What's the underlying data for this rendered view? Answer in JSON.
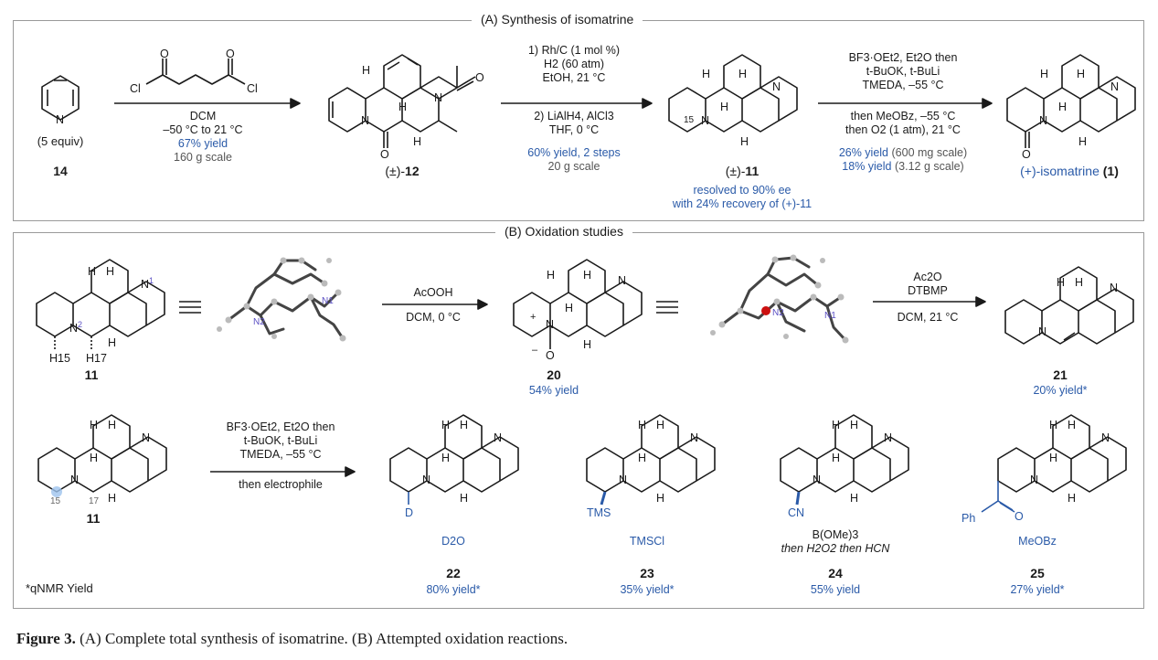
{
  "panel_a": {
    "title": "(A) Synthesis of isomatrine",
    "pyridine": {
      "atom": "N",
      "amount": "(5 equiv)",
      "label": "14"
    },
    "step1": {
      "reagent_atoms": [
        "Cl",
        "Cl",
        "O",
        "O"
      ],
      "solvent": "DCM",
      "temp": "–50 °C to 21 °C",
      "yield": "67% yield",
      "scale": "160 g scale"
    },
    "cpd12": {
      "label_prefix": "(±)-",
      "label": "12",
      "atoms": [
        "H",
        "H",
        "N",
        "N",
        "O",
        "O",
        "H"
      ]
    },
    "step2": {
      "l1": "1) Rh/C (1 mol %)",
      "l2": "H2 (60 atm)",
      "l3": "EtOH, 21 °C",
      "l4": "2) LiAlH4, AlCl3",
      "l5": "THF, 0 °C",
      "yield": "60% yield, 2 steps",
      "scale": "20 g scale"
    },
    "cpd11": {
      "label_prefix": "(±)-",
      "label": "11",
      "note1": "resolved to 90% ee",
      "note2": "with 24% recovery of (+)-11",
      "atoms": [
        "H",
        "H",
        "H",
        "H",
        "N",
        "N",
        "15"
      ]
    },
    "step3": {
      "l1": "BF3·OEt2, Et2O then",
      "l2": "t-BuOK, t-BuLi",
      "l3": "TMEDA, –55 °C",
      "l4": "then MeOBz, –55 °C",
      "l5": "then O2 (1 atm), 21 °C",
      "yield1": "26% yield",
      "scale1": "(600 mg scale)",
      "yield2": "18% yield",
      "scale2": "(3.12 g scale)"
    },
    "isomatrine": {
      "name": "(+)-isomatrine",
      "label": "(1)",
      "atoms": [
        "H",
        "H",
        "H",
        "N",
        "N",
        "O",
        "H"
      ]
    }
  },
  "panel_b": {
    "title": "(B) Oxidation studies",
    "cpd11a": {
      "label": "11",
      "atoms": [
        "H",
        "H",
        "N",
        "N",
        "1",
        "2",
        "H15",
        "H17",
        "H"
      ]
    },
    "model1": {
      "n1": "N1",
      "n2": "N2"
    },
    "ox_step": {
      "reagent": "AcOOH",
      "cond": "DCM, 0 °C"
    },
    "cpd20": {
      "label": "20",
      "yield": "54% yield",
      "atoms": [
        "H",
        "H",
        "H",
        "N",
        "N",
        "O",
        "+",
        "–",
        "H"
      ]
    },
    "model2": {
      "n1": "N1",
      "n2": "N2"
    },
    "elim_step": {
      "l1": "Ac2O",
      "l2": "DTBMP",
      "l3": "DCM, 21 °C"
    },
    "cpd21": {
      "label": "21",
      "yield": "20% yield*",
      "atoms": [
        "H",
        "H",
        "N",
        "N"
      ]
    },
    "cpd11b": {
      "label": "11",
      "atoms": [
        "H",
        "H",
        "H",
        "N",
        "N",
        "15",
        "17",
        "H"
      ]
    },
    "lith_step": {
      "l1": "BF3·OEt2, Et2O then",
      "l2": "t-BuOK, t-BuLi",
      "l3": "TMEDA, –55 °C",
      "l4": "then electrophile"
    },
    "products": [
      {
        "label": "22",
        "yield": "80% yield*",
        "sub": "D",
        "electrophile": "D2O"
      },
      {
        "label": "23",
        "yield": "35% yield*",
        "sub": "TMS",
        "electrophile": "TMSCl"
      },
      {
        "label": "24",
        "yield": "55% yield",
        "sub": "CN",
        "electrophile": "B(OMe)3",
        "electrophile2": "then H2O2 then HCN"
      },
      {
        "label": "25",
        "yield": "27% yield*",
        "sub": "Ph",
        "sub_o": "O",
        "electrophile": "MeOBz"
      }
    ],
    "product_atoms": {
      "h": "H",
      "n": "N"
    },
    "footnote": "*qNMR Yield"
  },
  "caption": {
    "fig": "Figure 3.",
    "text": " (A) Complete total synthesis of isomatrine. (B) Attempted oxidation reactions."
  },
  "colors": {
    "blue": "#2a5aa8",
    "highlight": "#9ec3ee",
    "frame": "#9a9a9a",
    "nitrogen_model": "#5a4fc4",
    "oxygen_model": "#cc1111"
  }
}
